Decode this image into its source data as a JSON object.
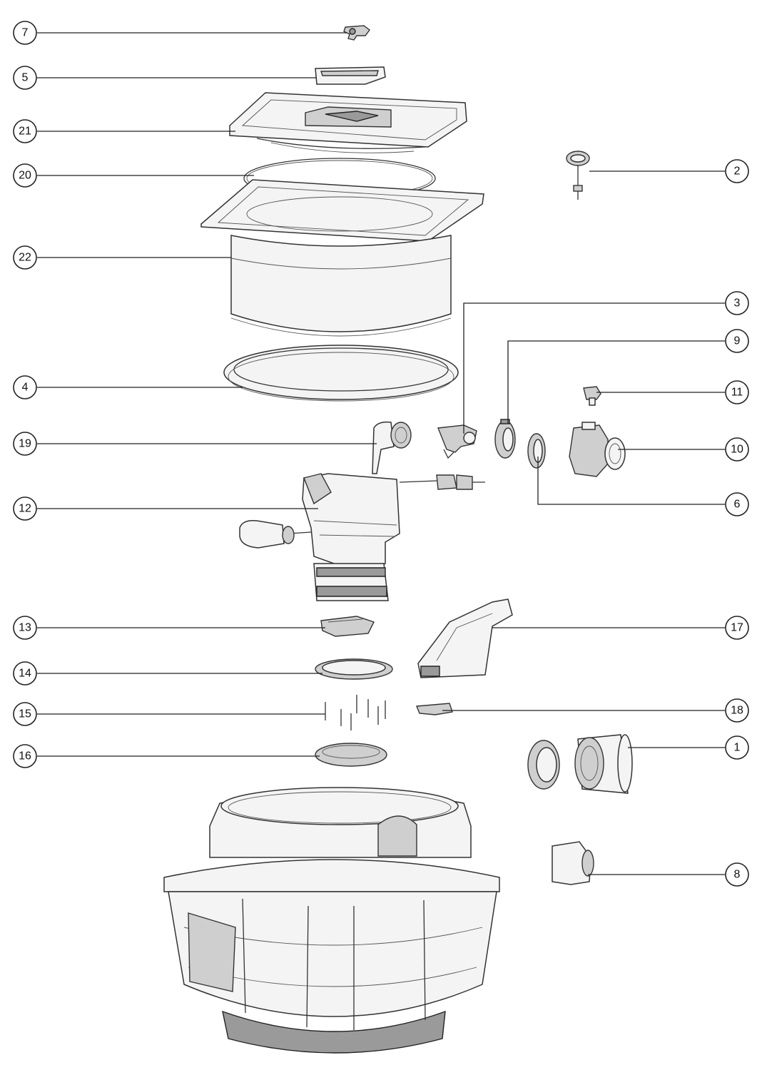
{
  "callouts": [
    {
      "id": "c7",
      "label": "7"
    },
    {
      "id": "c5",
      "label": "5"
    },
    {
      "id": "c21",
      "label": "21"
    },
    {
      "id": "c20",
      "label": "20"
    },
    {
      "id": "c22",
      "label": "22"
    },
    {
      "id": "c2",
      "label": "2"
    },
    {
      "id": "c3",
      "label": "3"
    },
    {
      "id": "c9",
      "label": "9"
    },
    {
      "id": "c4",
      "label": "4"
    },
    {
      "id": "c11",
      "label": "11"
    },
    {
      "id": "c19",
      "label": "19"
    },
    {
      "id": "c10",
      "label": "10"
    },
    {
      "id": "c12",
      "label": "12"
    },
    {
      "id": "c6",
      "label": "6"
    },
    {
      "id": "c13",
      "label": "13"
    },
    {
      "id": "c17",
      "label": "17"
    },
    {
      "id": "c14",
      "label": "14"
    },
    {
      "id": "c15",
      "label": "15"
    },
    {
      "id": "c18",
      "label": "18"
    },
    {
      "id": "c1",
      "label": "1"
    },
    {
      "id": "c16",
      "label": "16"
    },
    {
      "id": "c8",
      "label": "8"
    }
  ]
}
